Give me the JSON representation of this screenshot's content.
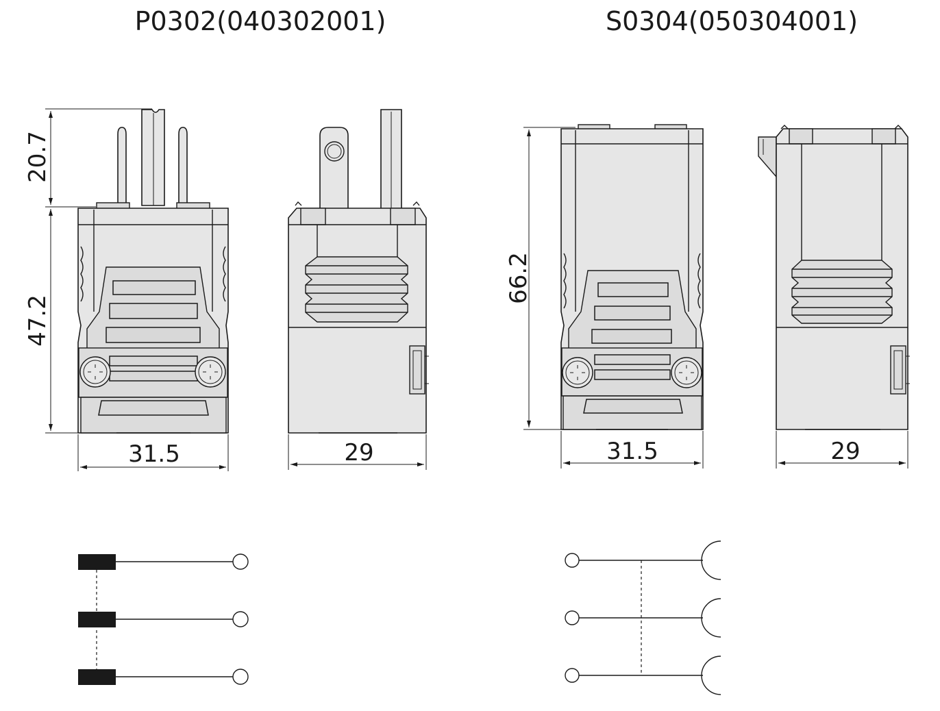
{
  "titles": {
    "plug": "P0302(040302001)",
    "socket": "S0304(050304001)"
  },
  "dimensions": {
    "plug_pin_length": "20.7",
    "plug_body_height": "47.2",
    "plug_front_width": "31.5",
    "plug_side_width": "29",
    "socket_height": "66.2",
    "socket_front_width": "31.5",
    "socket_side_width": "29"
  },
  "schematic": {
    "plug_contacts": 3,
    "socket_contacts": 3
  },
  "colors": {
    "line": "#1a1a1a",
    "body_fill": "#e6e6e6",
    "background": "#ffffff"
  }
}
